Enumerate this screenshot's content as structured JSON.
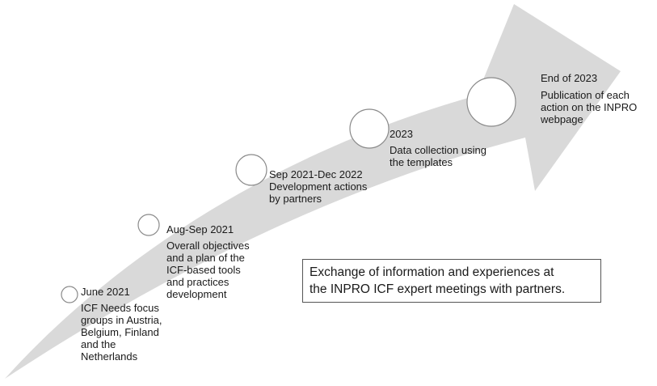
{
  "colors": {
    "arrow_fill": "#d9d9d9",
    "circle_fill": "#ffffff",
    "circle_stroke": "#8a8a8a",
    "box_border": "#555555",
    "text": "#1a1a1a"
  },
  "milestones": [
    {
      "date": "June 2021",
      "lines": [
        "ICF Needs focus",
        "groups in Austria,",
        "Belgium, Finland",
        "and the",
        "Netherlands"
      ]
    },
    {
      "date": "Aug-Sep 2021",
      "lines": [
        "Overall objectives",
        "and  a plan of the",
        "ICF-based tools",
        "and practices",
        "development"
      ]
    },
    {
      "date": "Sep 2021-Dec 2022",
      "lines": [
        "Development actions",
        "by partners"
      ]
    },
    {
      "date": "2023",
      "lines": [
        "Data collection using",
        "the templates"
      ]
    },
    {
      "date": "End of 2023",
      "lines": [
        "Publication of each",
        "action on the INPRO",
        "webpage"
      ]
    }
  ],
  "note": {
    "lines": [
      "Exchange of information and experiences at",
      "the INPRO ICF expert meetings with partners."
    ]
  }
}
